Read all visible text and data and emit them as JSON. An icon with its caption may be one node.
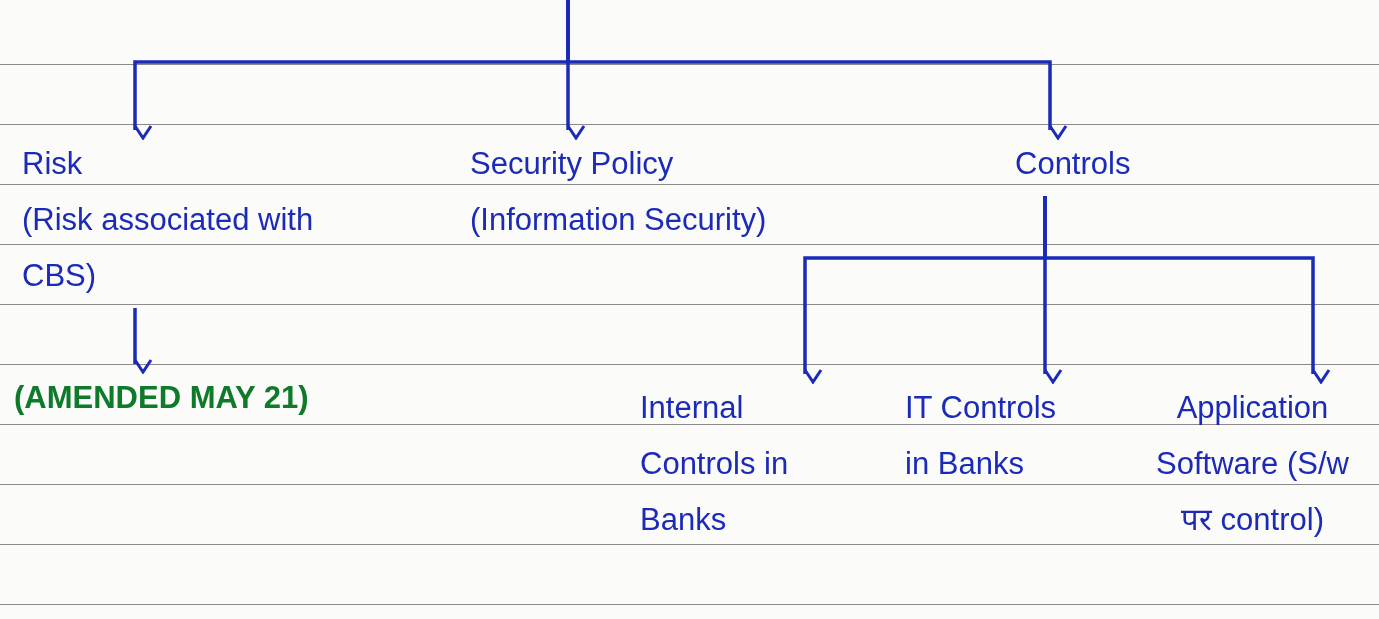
{
  "diagram": {
    "nodes": [
      {
        "text": [
          "Risk",
          "(Risk associated with CBS)"
        ]
      },
      {
        "text": [
          "Security Policy",
          "(Information Security)"
        ]
      },
      {
        "text": [
          "Controls"
        ]
      },
      {
        "text": [
          "(AMENDED MAY 21)"
        ]
      },
      {
        "text": [
          "Internal Controls in Banks"
        ]
      },
      {
        "text": [
          "IT Controls in Banks"
        ]
      },
      {
        "text": [
          "Application Software (S/w पर control)"
        ]
      }
    ],
    "edges": [
      {
        "from": null,
        "to": 0,
        "arrow": "to"
      },
      {
        "from": null,
        "to": 1,
        "arrow": "to"
      },
      {
        "from": null,
        "to": 2,
        "arrow": "to"
      },
      {
        "from": 0,
        "to": 3,
        "arrow": "to"
      },
      {
        "from": 2,
        "to": 4,
        "arrow": "to"
      },
      {
        "from": 2,
        "to": 5,
        "arrow": "to"
      },
      {
        "from": 2,
        "to": 6,
        "arrow": "to"
      }
    ]
  }
}
